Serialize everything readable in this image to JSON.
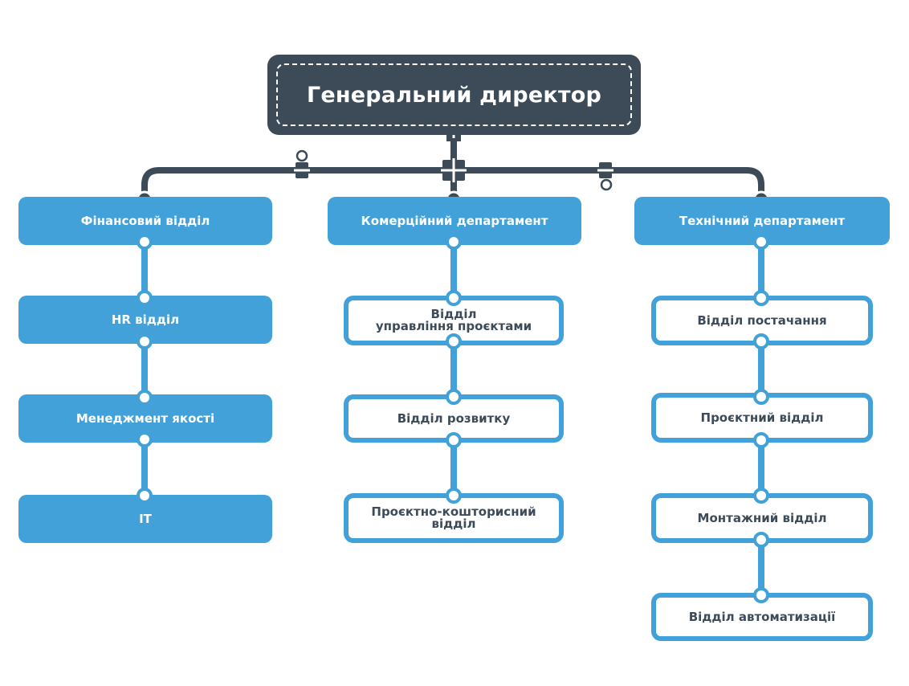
{
  "colors": {
    "dark": "#3d4b59",
    "accent": "#41a1d8",
    "background": "#ffffff"
  },
  "ceo": {
    "label": "Генеральний директор"
  },
  "departments": {
    "finance": {
      "head": "Фінансовий відділ",
      "children": [
        "HR відділ",
        "Менеджмент якості",
        "IT"
      ]
    },
    "commercial": {
      "head": "Комерційний департамент",
      "children": [
        [
          "Відділ",
          "управління проєктами"
        ],
        [
          "Відділ розвитку"
        ],
        [
          "Проєктно-кошторисний",
          "відділ"
        ]
      ]
    },
    "technical": {
      "head": "Технічний департамент",
      "children": [
        "Відділ постачання",
        "Проєктний відділ",
        "Монтажний відділ",
        "Відділ автоматизації"
      ]
    }
  }
}
